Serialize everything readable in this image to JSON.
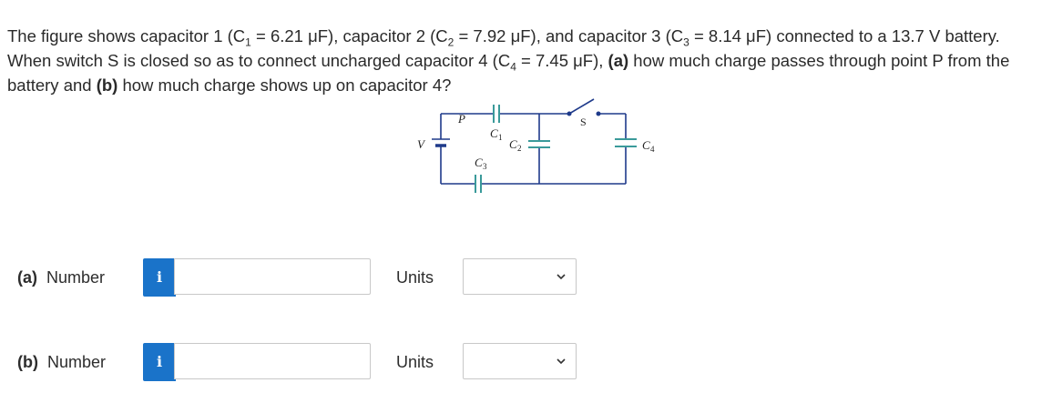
{
  "question": {
    "intro": "The figure shows capacitor 1 (C",
    "c1_sub": "1",
    "c1_val": " = 6.21 μF), capacitor 2 (C",
    "c2_sub": "2",
    "c2_val": " = 7.92 μF), and capacitor 3 (C",
    "c3_sub": "3",
    "c3_val": " = 8.14 μF) connected to a 13.7 V battery. When switch S is closed so as to connect uncharged capacitor 4 (C",
    "c4_sub": "4",
    "c4_val": " = 7.45 μF), ",
    "part_a_tag": "(a)",
    "part_a_text": " how much charge passes through point P from the battery and ",
    "part_b_tag": "(b)",
    "part_b_text": " how much charge shows up on capacitor 4?"
  },
  "figure": {
    "label_v": "V",
    "label_p": "P",
    "label_s": "S",
    "label_c": "C",
    "sub_1": "1",
    "sub_2": "2",
    "sub_3": "3",
    "sub_4": "4"
  },
  "answers": [
    {
      "tag": "(a)",
      "label": "Number",
      "info_icon": "i",
      "value": "",
      "units_label": "Units",
      "units_value": ""
    },
    {
      "tag": "(b)",
      "label": "Number",
      "info_icon": "i",
      "value": "",
      "units_label": "Units",
      "units_value": ""
    }
  ],
  "colors": {
    "info_button": "#1a73c9",
    "input_border": "#c8c8c8",
    "text": "#2d2d2d"
  }
}
